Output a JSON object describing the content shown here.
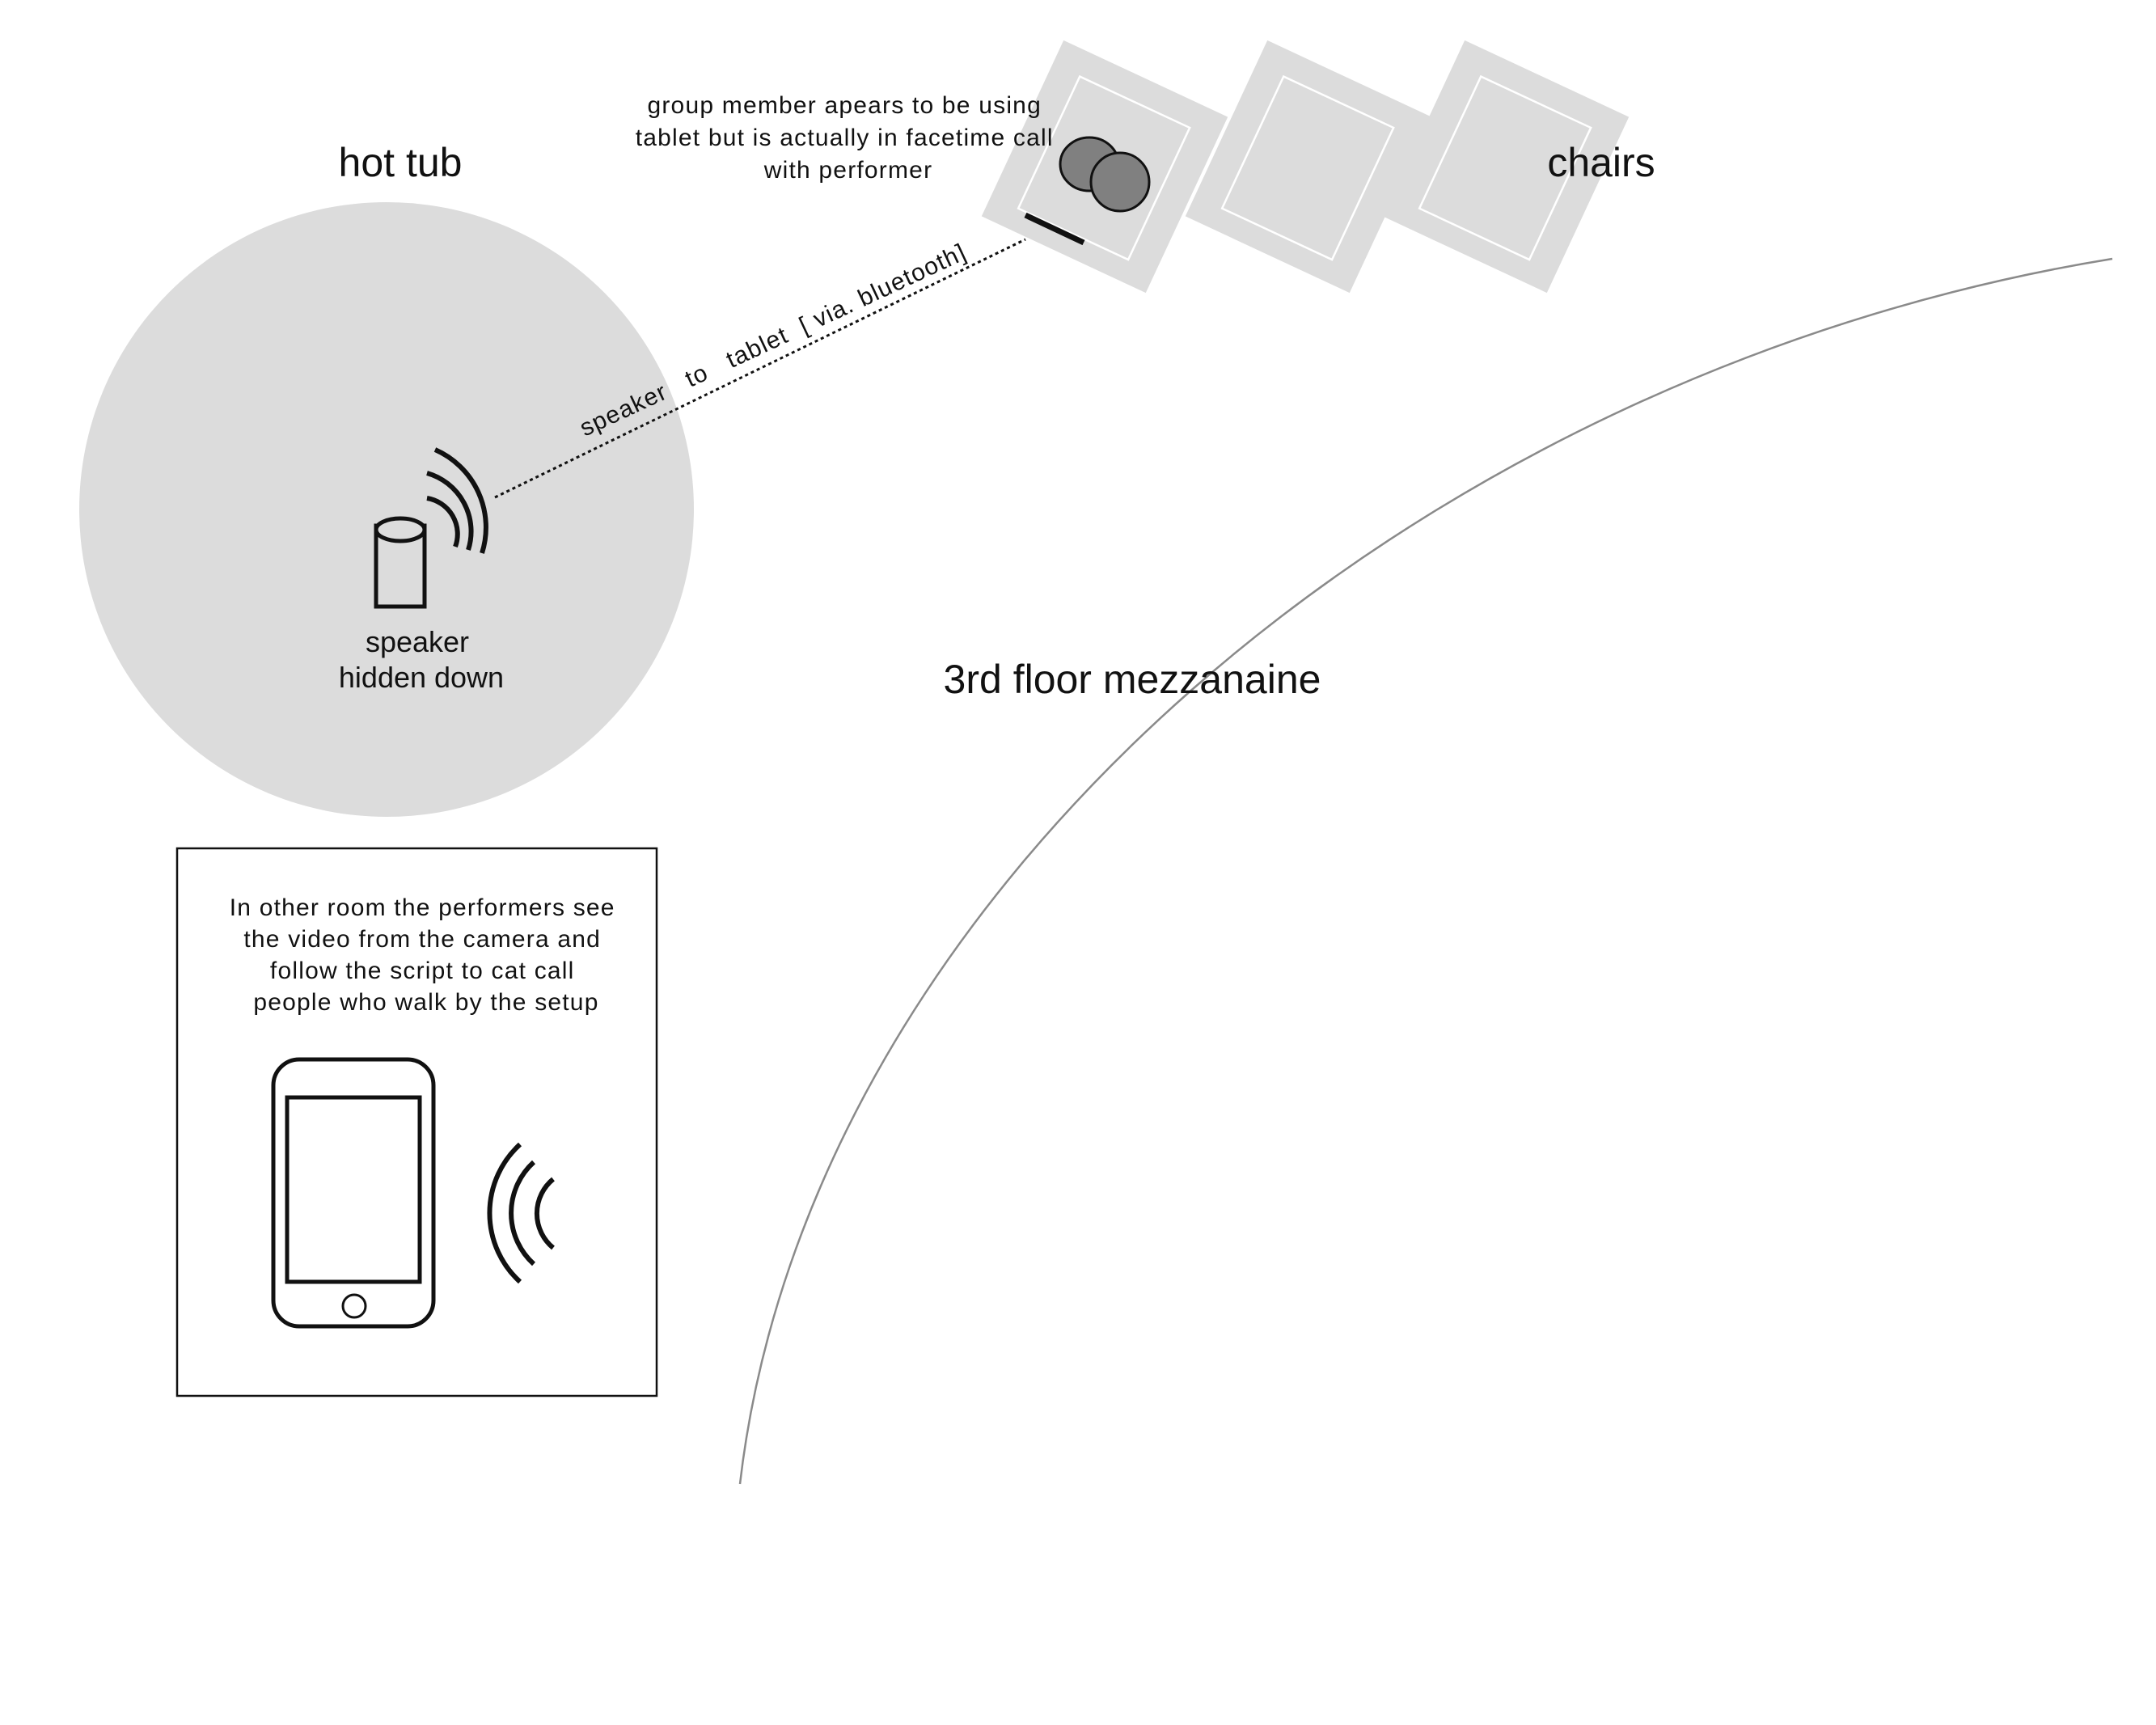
{
  "labels": {
    "hot_tub": "hot tub",
    "chairs": "chairs",
    "mezzanine": "3rd floor mezzanaine",
    "speaker_line1": "speaker",
    "speaker_line2": "hidden down",
    "connection": "speaker   to   tablet  [ via. bluetooth]",
    "tablet_note_line1": "group member apears to be using",
    "tablet_note_line2": "tablet but is actually in facetime call",
    "tablet_note_line3": "with performer",
    "box_line1": "In other room the performers see",
    "box_line2": "the video from the camera and",
    "box_line3": "follow the script to cat call",
    "box_line4": "people who walk by the setup"
  },
  "icons": {
    "speaker": "speaker-icon",
    "wireless": "wireless-signal-icon",
    "phone": "smartphone-icon",
    "people": "people-icon"
  },
  "colors": {
    "zone_fill": "#dcdcdc",
    "person_fill": "#808080",
    "line": "#111111",
    "arc": "#8a8a8a"
  }
}
